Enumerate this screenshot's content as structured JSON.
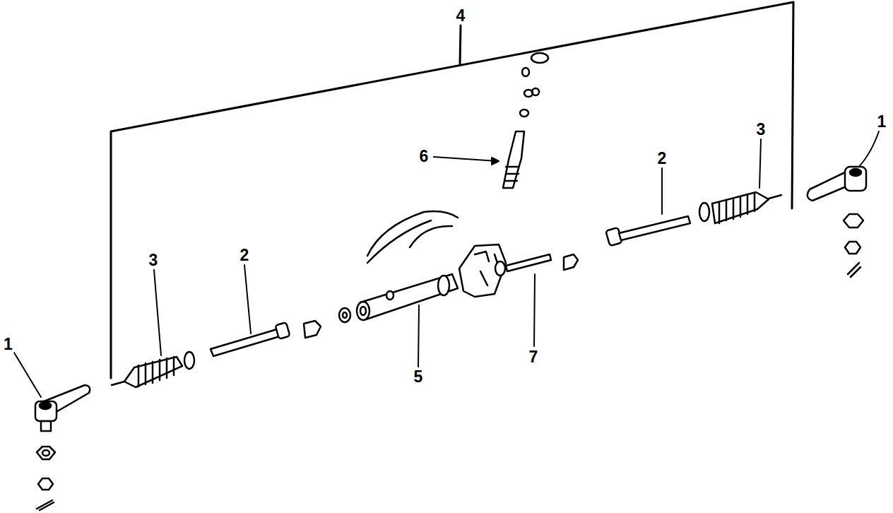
{
  "diagram": {
    "labels": [
      "4",
      "1",
      "3",
      "6",
      "2",
      "2",
      "3",
      "1",
      "7",
      "5"
    ]
  }
}
